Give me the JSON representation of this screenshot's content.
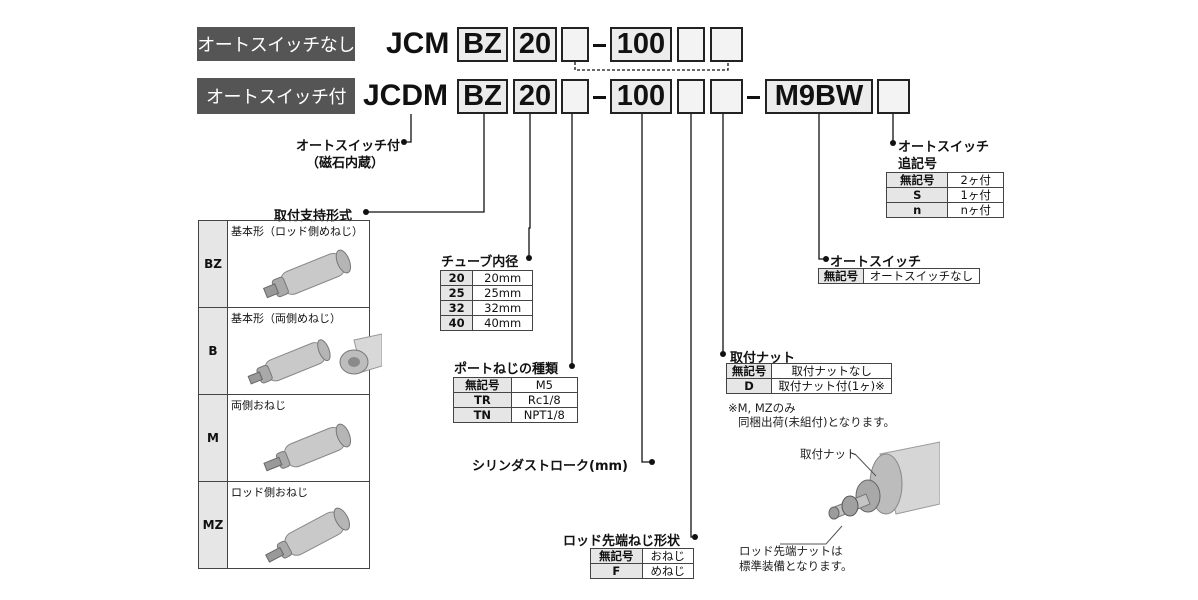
{
  "rows": [
    {
      "tag": "オートスイッチなし",
      "prefix": "JCM",
      "series": "BZ",
      "bore": "20",
      "stroke": "100"
    },
    {
      "tag": "オートスイッチ付",
      "prefix": "JCDM",
      "series": "BZ",
      "bore": "20",
      "stroke": "100",
      "switch": "M9BW"
    }
  ],
  "auto_switch_builtin": {
    "line1": "オートスイッチ付",
    "line2": "（磁石内蔵）"
  },
  "mounting": {
    "title": "取付支持形式",
    "items": [
      {
        "code": "BZ",
        "name": "基本形（ロッド側めねじ）"
      },
      {
        "code": "B",
        "name": "基本形（両側めねじ）"
      },
      {
        "code": "M",
        "name": "両側おねじ"
      },
      {
        "code": "MZ",
        "name": "ロッド側おねじ"
      }
    ]
  },
  "bore_size": {
    "title": "チューブ内径",
    "items": [
      {
        "code": "20",
        "value": "20mm"
      },
      {
        "code": "25",
        "value": "25mm"
      },
      {
        "code": "32",
        "value": "32mm"
      },
      {
        "code": "40",
        "value": "40mm"
      }
    ]
  },
  "port_thread": {
    "title": "ポートねじの種類",
    "items": [
      {
        "code": "無記号",
        "value": "M5"
      },
      {
        "code": "TR",
        "value": "Rc1/8"
      },
      {
        "code": "TN",
        "value": "NPT1/8"
      }
    ]
  },
  "stroke_label": "シリンダストローク(mm)",
  "rod_end": {
    "title": "ロッド先端ねじ形状",
    "items": [
      {
        "code": "無記号",
        "value": "おねじ"
      },
      {
        "code": "F",
        "value": "めねじ"
      }
    ]
  },
  "mounting_nut": {
    "title": "取付ナット",
    "items": [
      {
        "code": "無記号",
        "value": "取付ナットなし"
      },
      {
        "code": "D",
        "value": "取付ナット付(1ヶ)※"
      }
    ],
    "note_line1": "※M, MZのみ",
    "note_line2": "同梱出荷(未組付)となります。"
  },
  "auto_switch": {
    "title": "オートスイッチ",
    "items": [
      {
        "code": "無記号",
        "value": "オートスイッチなし"
      }
    ]
  },
  "switch_qty": {
    "title_line1": "オートスイッチ",
    "title_line2": "追記号",
    "items": [
      {
        "code": "無記号",
        "value": "2ヶ付"
      },
      {
        "code": "S",
        "value": "1ヶ付"
      },
      {
        "code": "n",
        "value": "nヶ付"
      }
    ]
  },
  "callouts": {
    "nut": "取付ナット",
    "rod_nut_line1": "ロッド先端ナットは",
    "rod_nut_line2": "標準装備となります。"
  }
}
